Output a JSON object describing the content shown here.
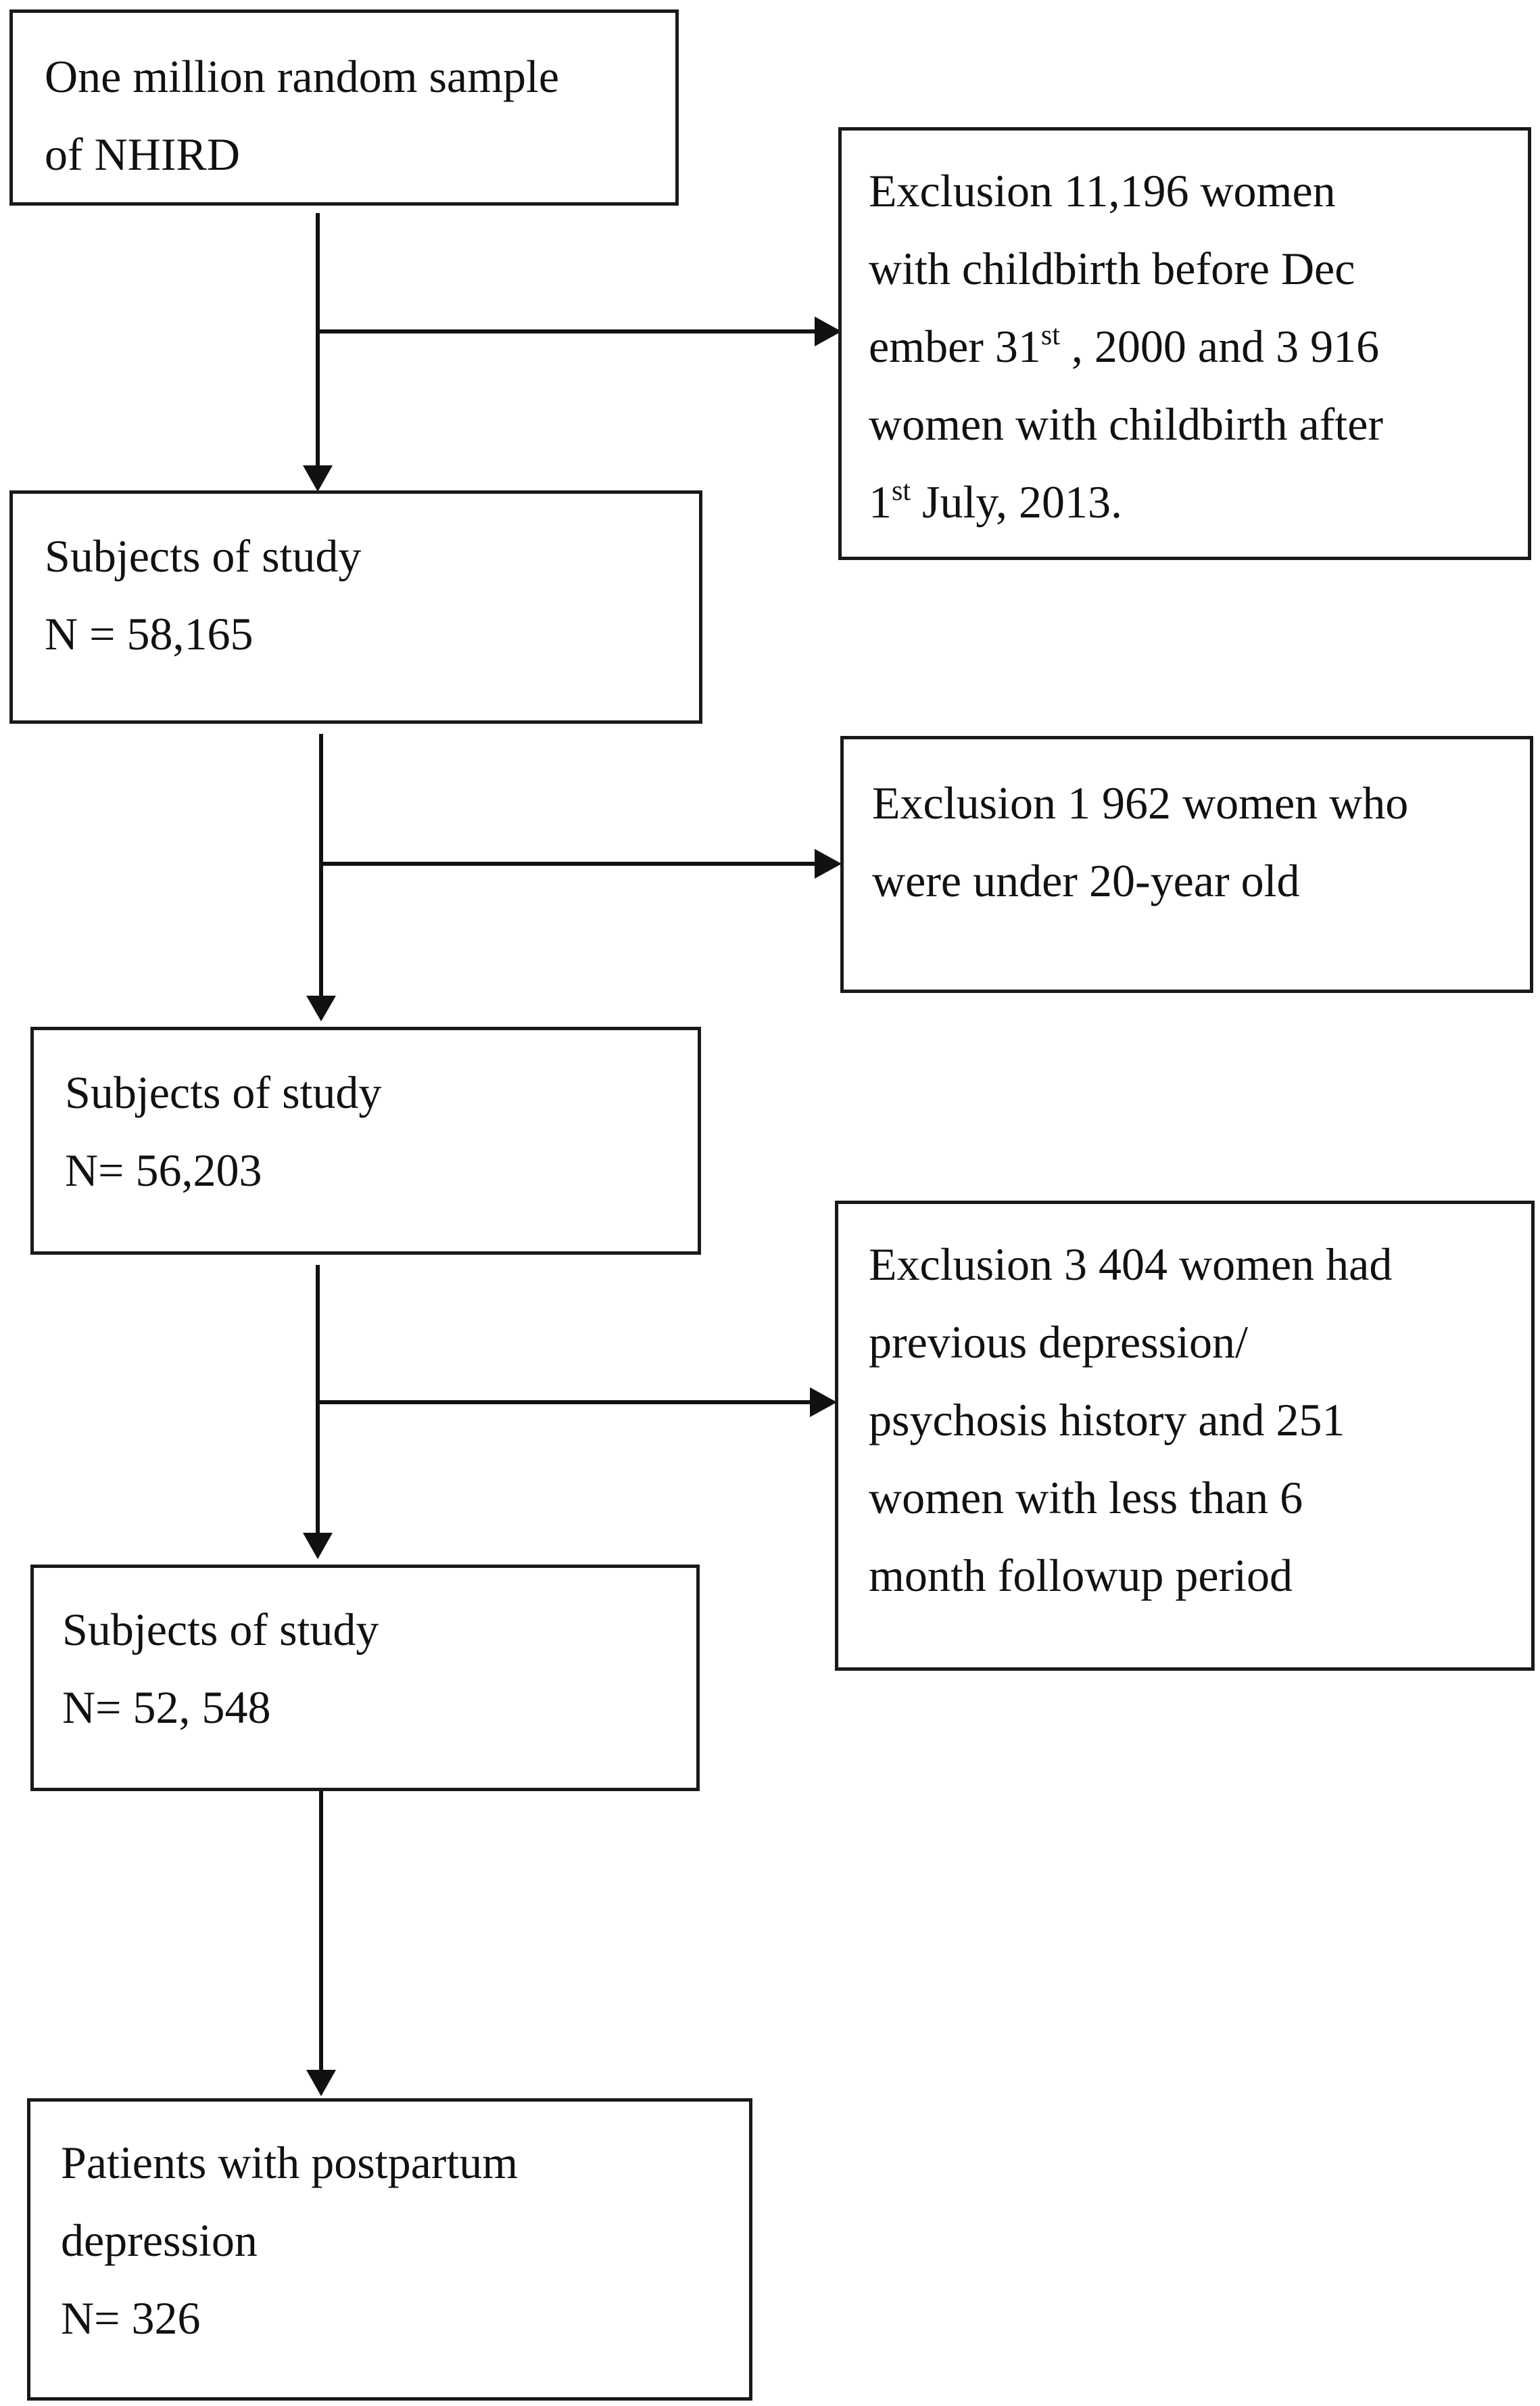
{
  "boxes": {
    "sample": {
      "lines": [
        "One million random sample",
        "of NHIRD"
      ]
    },
    "excl1": {
      "line1": "Exclusion 11,196 women",
      "line2": "with childbirth before Dec",
      "line3_a": "ember 31",
      "line3_sup": "st",
      "line3_b": " , 2000 and 3 916",
      "line4": "women with childbirth after",
      "line5_a": "1",
      "line5_sup": "st",
      "line5_b": " July, 2013."
    },
    "subjects1": {
      "lines": [
        "Subjects of study",
        "N = 58,165"
      ]
    },
    "excl2": {
      "lines": [
        "Exclusion 1 962 women who",
        "were under 20-year old"
      ]
    },
    "subjects2": {
      "lines": [
        "Subjects of study",
        "N= 56,203"
      ]
    },
    "excl3": {
      "lines": [
        "Exclusion 3 404 women had",
        "previous depression/",
        "psychosis history and 251",
        "women with less than 6",
        "month followup period"
      ]
    },
    "subjects3": {
      "lines": [
        "Subjects of study",
        "N= 52, 548"
      ]
    },
    "patients": {
      "lines": [
        "Patients with postpartum",
        "depression",
        "N= 326"
      ]
    }
  }
}
